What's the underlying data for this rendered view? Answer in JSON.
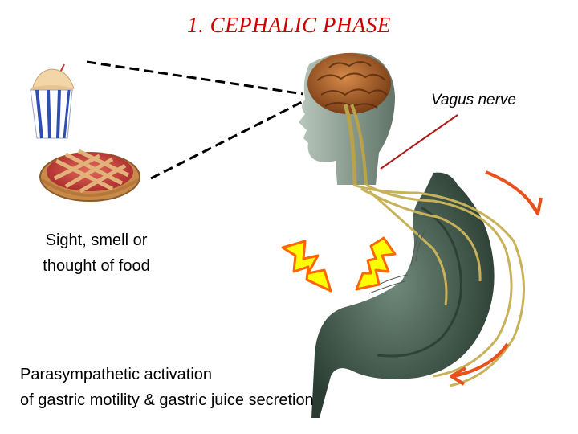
{
  "title": "1. CEPHALIC  PHASE",
  "labels": {
    "vagus_nerve": "Vagus nerve",
    "stimulus_line1": "Sight, smell or",
    "stimulus_line2": "thought of food",
    "response_line1": "Parasympathetic activation",
    "response_line2": "of gastric motility & gastric juice secretion"
  },
  "colors": {
    "title": "#cc0000",
    "arrows": "#e8501c",
    "nerve": "#b8a24a",
    "lightning": "#ffff00",
    "lightning_outline": "#ff6600"
  },
  "icons": [
    "milkshake-icon",
    "pie-icon",
    "head-brain-icon",
    "stomach-icon",
    "lightning-icon"
  ]
}
